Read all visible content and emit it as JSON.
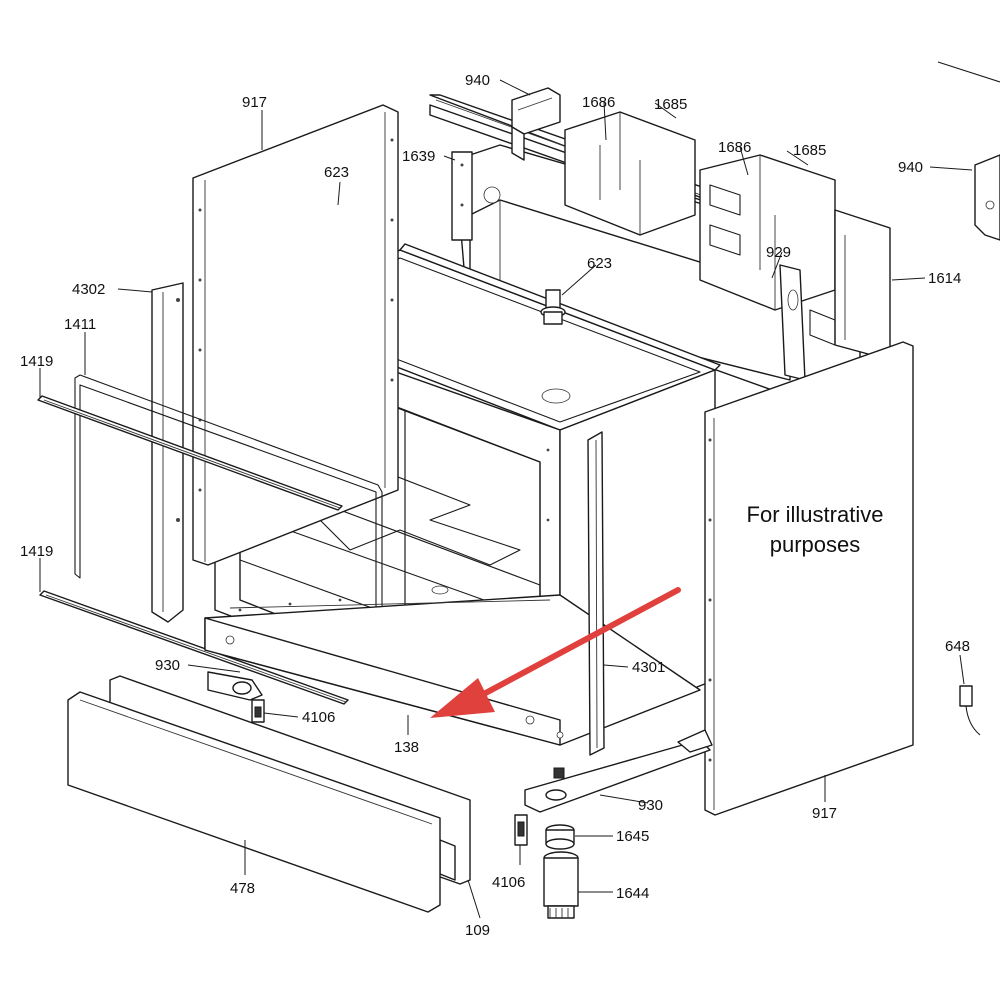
{
  "note": {
    "line1": "For illustrative",
    "line2": "purposes"
  },
  "highlight": {
    "color": "#e0413d",
    "target": "138"
  },
  "callouts": {
    "c917_left": "917",
    "c917_right": "917",
    "c940_top": "940",
    "c940_right": "940",
    "c1686_a": "1686",
    "c1685_a": "1685",
    "c1686_b": "1686",
    "c1685_b": "1685",
    "c1639": "1639",
    "c623_a": "623",
    "c623_b": "623",
    "c929": "929",
    "c1614": "1614",
    "c4302": "4302",
    "c1411": "1411",
    "c1419_a": "1419",
    "c1419_b": "1419",
    "c930_a": "930",
    "c930_b": "930",
    "c4106_a": "4106",
    "c4106_b": "4106",
    "c138": "138",
    "c4301": "4301",
    "c648": "648",
    "c1645": "1645",
    "c1644": "1644",
    "c478": "478",
    "c109": "109"
  }
}
